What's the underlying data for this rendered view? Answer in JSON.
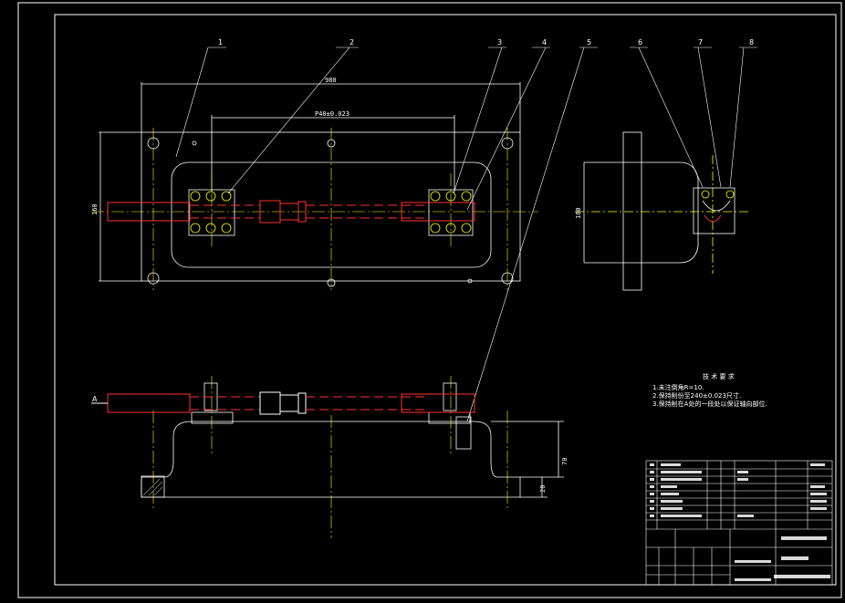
{
  "balloons": [
    "1",
    "2",
    "3",
    "4",
    "5",
    "6",
    "7",
    "8"
  ],
  "dimensions": {
    "overall_length": "980",
    "hole_pitch": "P40±0.023",
    "plan_height": "160",
    "side_height": "180",
    "front_height": "70",
    "base_thickness": "20"
  },
  "view_label": "A",
  "tech_requirements": {
    "title": "技 术 要 求",
    "items": [
      "1.未注倒角R=10.",
      "2.保持削份至240±0.023尺寸.",
      "3.保持削在A处的一段处以保证轴向部位."
    ]
  },
  "colors": {
    "background": "#000000",
    "outline": "#ffffff",
    "center_line": "#ffff00",
    "workpiece": "#ff3030",
    "frame": "#ffffff"
  }
}
